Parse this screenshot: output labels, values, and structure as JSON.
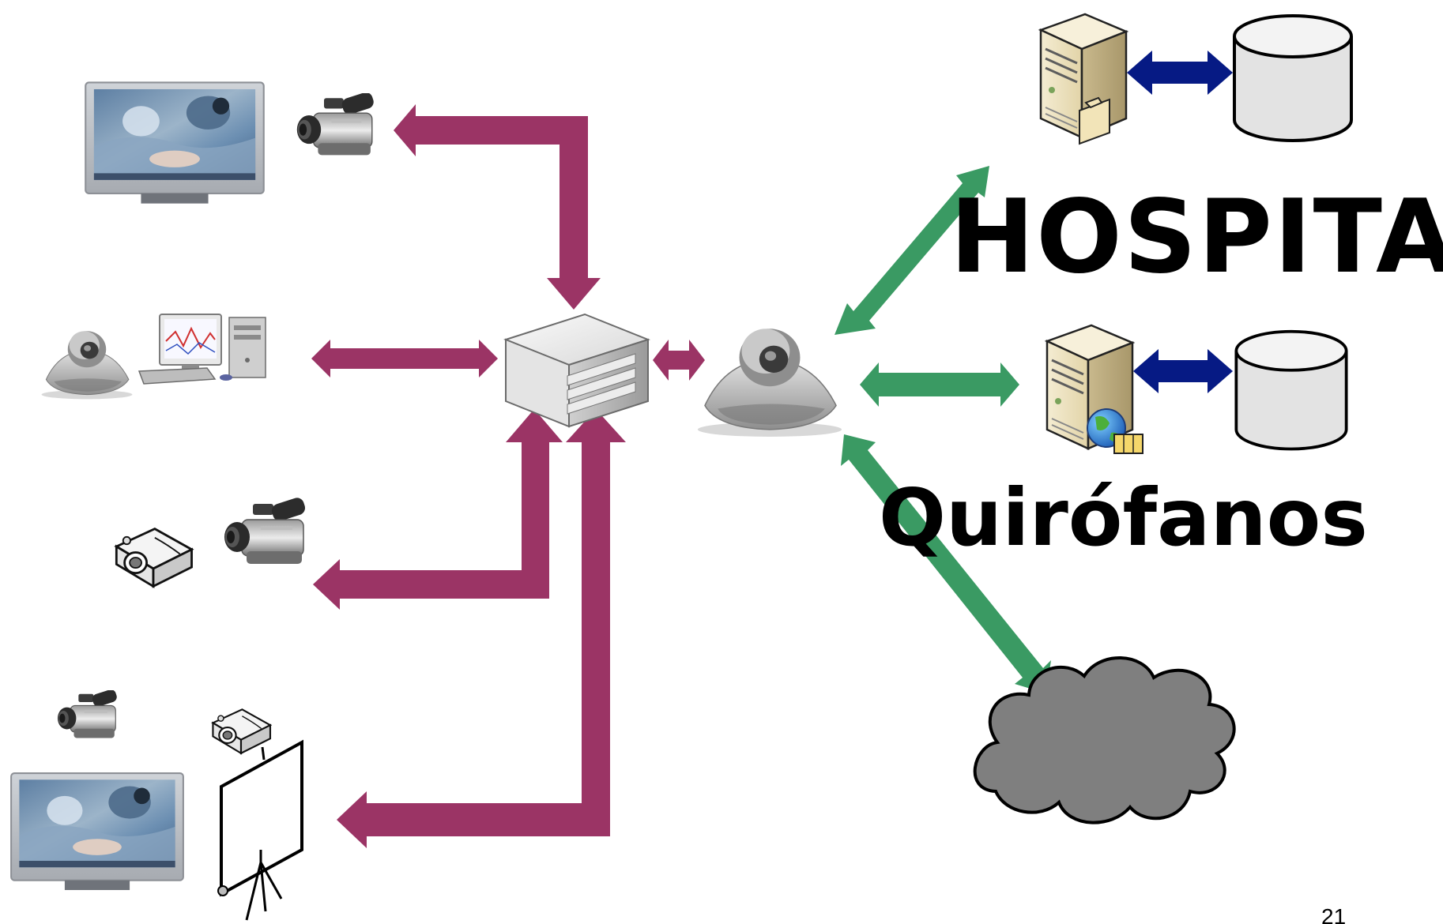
{
  "labels": {
    "hospital": "HOSPITA",
    "or": "Quirófanos",
    "page_number": "21"
  },
  "colors": {
    "local_link": "#9b3465",
    "network_link": "#3a9a63",
    "db_link": "#061a84",
    "cloud": "#7f7f7f"
  },
  "icons": [
    "tv-monitor-surgery-icon",
    "video-camera-icon",
    "conference-camera-icon",
    "desktop-computer-icon",
    "projector-icon",
    "projection-screen-icon",
    "mcu-server-icon",
    "codec-unit-icon",
    "file-server-icon",
    "web-server-icon",
    "database-icon",
    "cloud-icon"
  ]
}
